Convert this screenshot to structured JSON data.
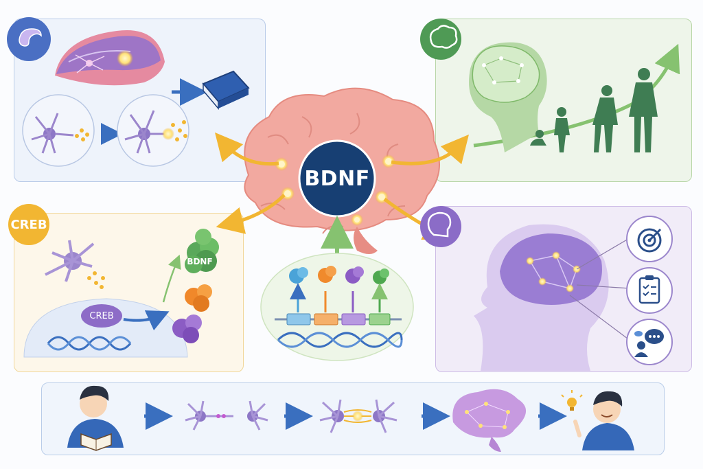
{
  "center": {
    "label": "BDNF",
    "color": "#173f73"
  },
  "panels": {
    "memory": {
      "fill": "#eef3fb",
      "border": "#b9cbe8"
    },
    "development": {
      "fill": "#eef5ea",
      "border": "#b8d6a8"
    },
    "creb": {
      "fill": "#fdf7ea",
      "border": "#f1d79a",
      "badge_label": "CREB",
      "nucleus_label": "CREB",
      "protein_label": "BDNF"
    },
    "cognition": {
      "fill": "#f1ecf8",
      "border": "#cdbce6"
    },
    "learning": {
      "fill": "#f0f5fc",
      "border": "#b9cde9"
    }
  },
  "colors": {
    "arrow_yellow": "#f2b632",
    "arrow_blue": "#3a6fbf",
    "arrow_green": "#86c270",
    "neuron_purple": "#9b86cc",
    "brain_pink": "#f2a9a0",
    "green_dev": "#4f9a55",
    "purple_cog": "#8b6cc7"
  },
  "icons": {
    "memory_badge": "hippocampus-icon",
    "development_badge": "brain-icon",
    "cognition_badge": "head-profile-icon",
    "book": "book-icon",
    "target": "target-icon",
    "checklist": "clipboard-checklist-icon",
    "chat": "speech-bubble-person-icon",
    "lightbulb": "lightbulb-icon"
  }
}
